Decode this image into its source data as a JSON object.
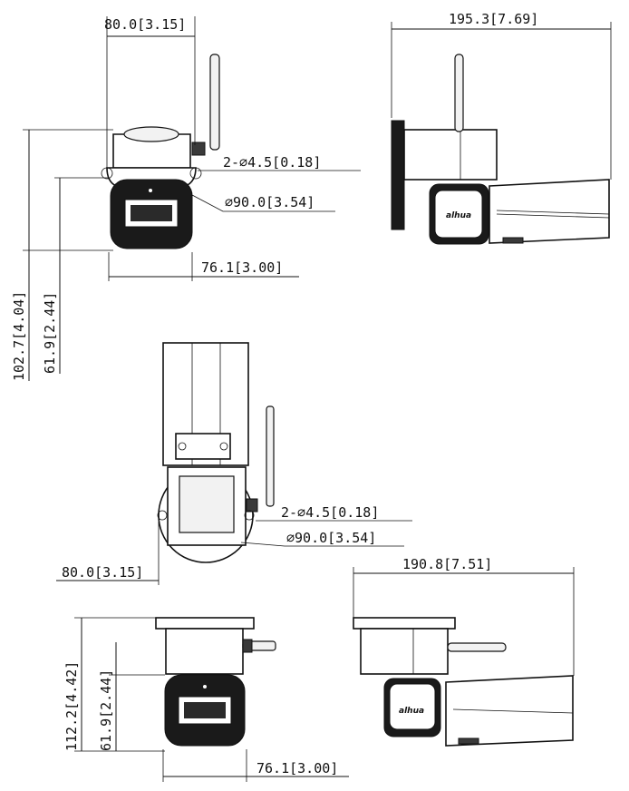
{
  "dimensions": {
    "front_width": "80.0[3.15]",
    "front_hole": "2-∅4.5[0.18]",
    "front_diameter": "∅90.0[3.54]",
    "front_bottom_width": "76.1[3.00]",
    "front_total_height": "102.7[4.04]",
    "front_head_height": "61.9[2.44]",
    "side_length": "195.3[7.69]",
    "top_hole": "2-∅4.5[0.18]",
    "top_diameter": "∅90.0[3.54]",
    "top_width": "80.0[3.15]",
    "pendant_length": "190.8[7.51]",
    "pendant_total_height": "112.2[4.42]",
    "pendant_head_height": "61.9[2.44]",
    "pendant_bottom_width": "76.1[3.00]"
  },
  "brand_logo": "alhua"
}
